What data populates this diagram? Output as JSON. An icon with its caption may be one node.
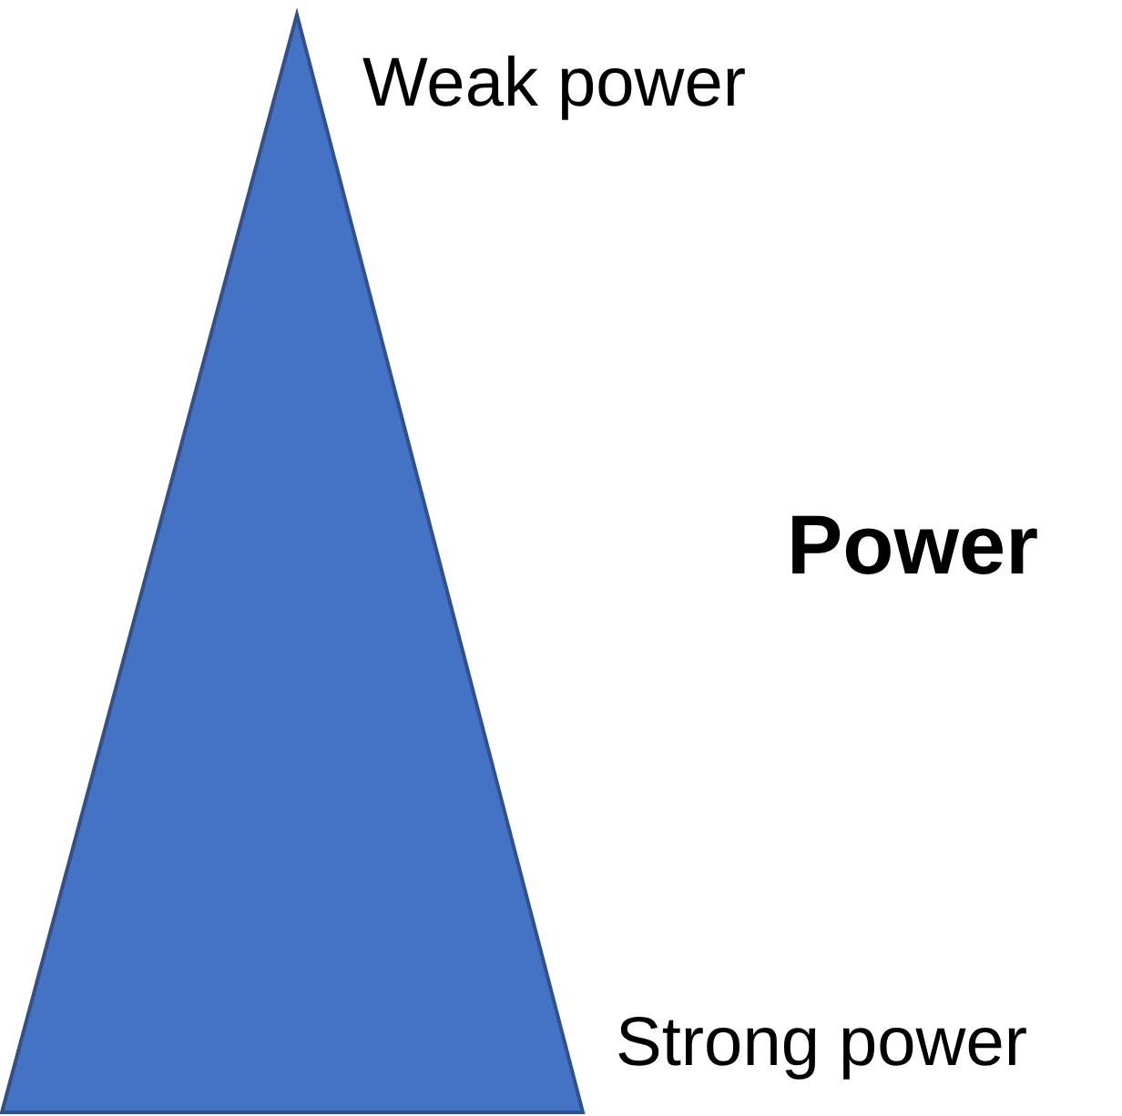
{
  "diagram": {
    "labels": [
      "Weak power",
      "Power",
      "Strong power"
    ]
  }
}
